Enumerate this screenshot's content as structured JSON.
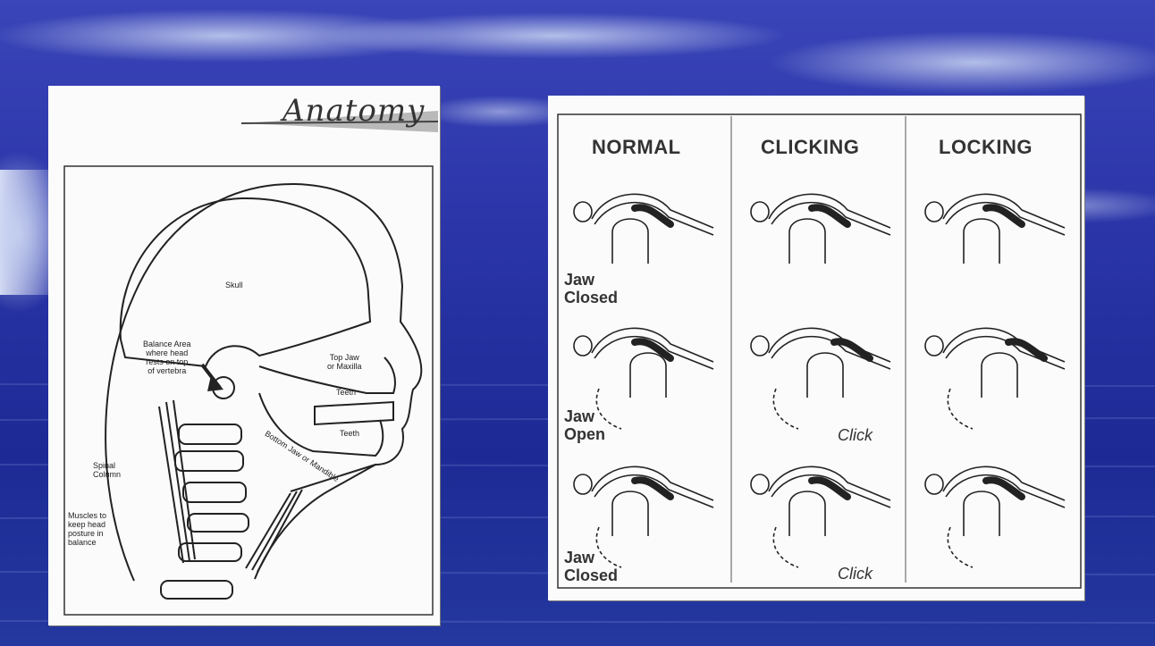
{
  "anatomy": {
    "title": "Anatomy",
    "labels": {
      "skull": "Skull",
      "balance_area": "Balance Area\nwhere head\nrests on top\nof vertebra",
      "top_jaw": "Top Jaw\nor Maxilla",
      "teeth_upper": "Teeth",
      "teeth_lower": "Teeth",
      "bottom_jaw": "Bottom Jaw or Mandible",
      "spinal_column": "Spinal\nColumn",
      "muscles": "Muscles to\nkeep head\nposture in\nbalance"
    }
  },
  "tmj": {
    "columns": [
      "NORMAL",
      "CLICKING",
      "LOCKING"
    ],
    "row_labels": [
      "Jaw\nClosed",
      "Jaw\nOpen",
      "Jaw\nClosed"
    ],
    "click_labels": [
      "Click",
      "Click"
    ]
  }
}
